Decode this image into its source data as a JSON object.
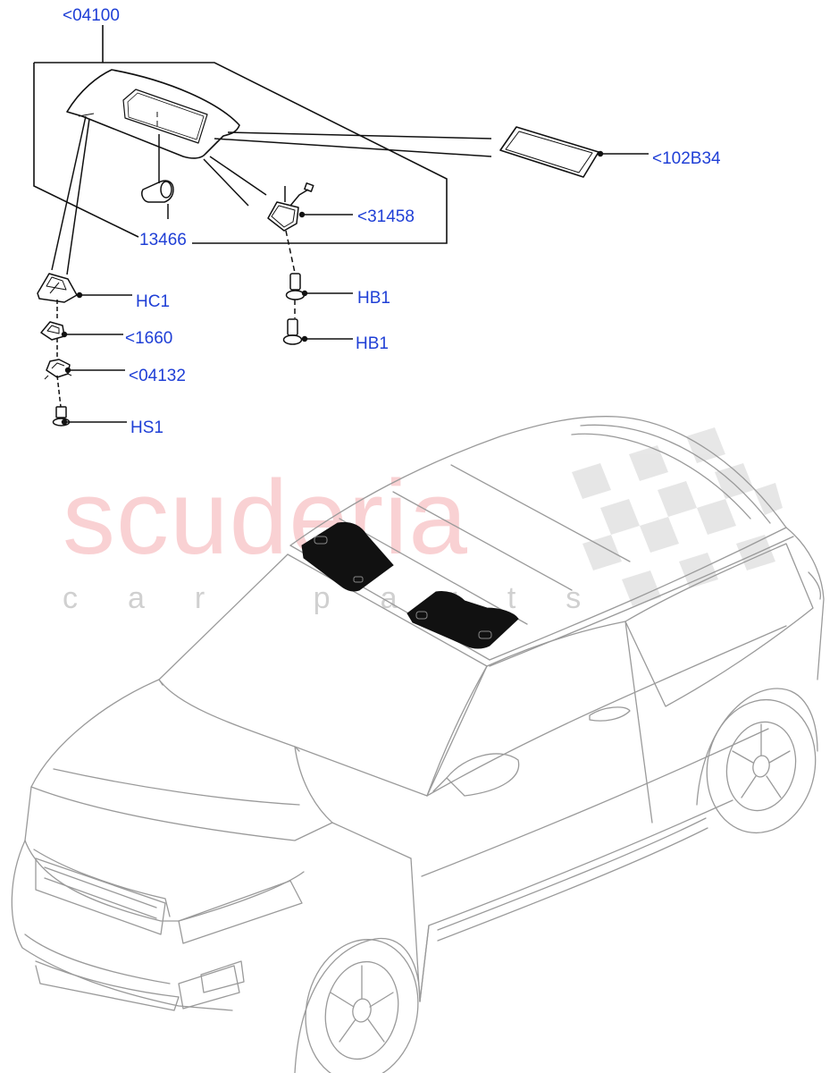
{
  "colors": {
    "callout_text": "#1f3fd6",
    "line": "#111111",
    "car_line": "#9a9a9a",
    "watermark_red": "#e8343c",
    "watermark_grey": "#7a7a7a"
  },
  "watermark": {
    "main": "scuderia",
    "sub": "car parts",
    "icon": "checkered-flag-icon"
  },
  "callouts": [
    {
      "id": "04100",
      "text": "<04100"
    },
    {
      "id": "102B34",
      "text": "<102B34"
    },
    {
      "id": "31458",
      "text": "<31458"
    },
    {
      "id": "13466",
      "text": "13466"
    },
    {
      "id": "HC1",
      "text": "HC1"
    },
    {
      "id": "HB1a",
      "text": "HB1"
    },
    {
      "id": "1660",
      "text": "<1660"
    },
    {
      "id": "HB1b",
      "text": "HB1"
    },
    {
      "id": "04132",
      "text": "<04132"
    },
    {
      "id": "HS1",
      "text": "HS1"
    }
  ]
}
